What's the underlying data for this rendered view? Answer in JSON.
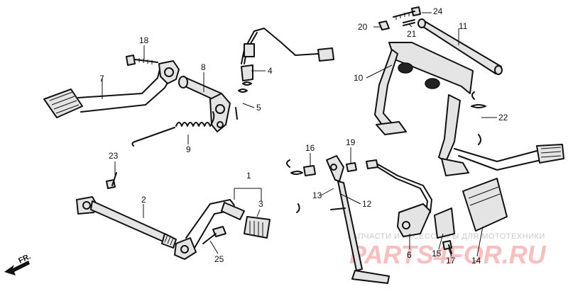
{
  "callouts": [
    {
      "id": "n1",
      "text": "1"
    },
    {
      "id": "n2",
      "text": "2"
    },
    {
      "id": "n3",
      "text": "3"
    },
    {
      "id": "n4",
      "text": "4"
    },
    {
      "id": "n5",
      "text": "5"
    },
    {
      "id": "n6",
      "text": "6"
    },
    {
      "id": "n7",
      "text": "7"
    },
    {
      "id": "n8",
      "text": "8"
    },
    {
      "id": "n9",
      "text": "9"
    },
    {
      "id": "n10",
      "text": "10"
    },
    {
      "id": "n11",
      "text": "11"
    },
    {
      "id": "n12",
      "text": "12"
    },
    {
      "id": "n13",
      "text": "13"
    },
    {
      "id": "n14",
      "text": "14"
    },
    {
      "id": "n15",
      "text": "15"
    },
    {
      "id": "n16",
      "text": "16"
    },
    {
      "id": "n17",
      "text": "17"
    },
    {
      "id": "n18",
      "text": "18"
    },
    {
      "id": "n19",
      "text": "19"
    },
    {
      "id": "n20",
      "text": "20"
    },
    {
      "id": "n21",
      "text": "21"
    },
    {
      "id": "n22",
      "text": "22"
    },
    {
      "id": "n23",
      "text": "23"
    },
    {
      "id": "n24",
      "text": "24"
    },
    {
      "id": "n25",
      "text": "25"
    }
  ],
  "direction": {
    "label": "FR."
  },
  "watermark": {
    "caption": "ЗАПЧАСТИ И АКСЕССУАРЫ ДЛЯ МОТОТЕХНИКИ",
    "brand": "PARTS4FOR.RU",
    "color": "#f08a8a"
  }
}
